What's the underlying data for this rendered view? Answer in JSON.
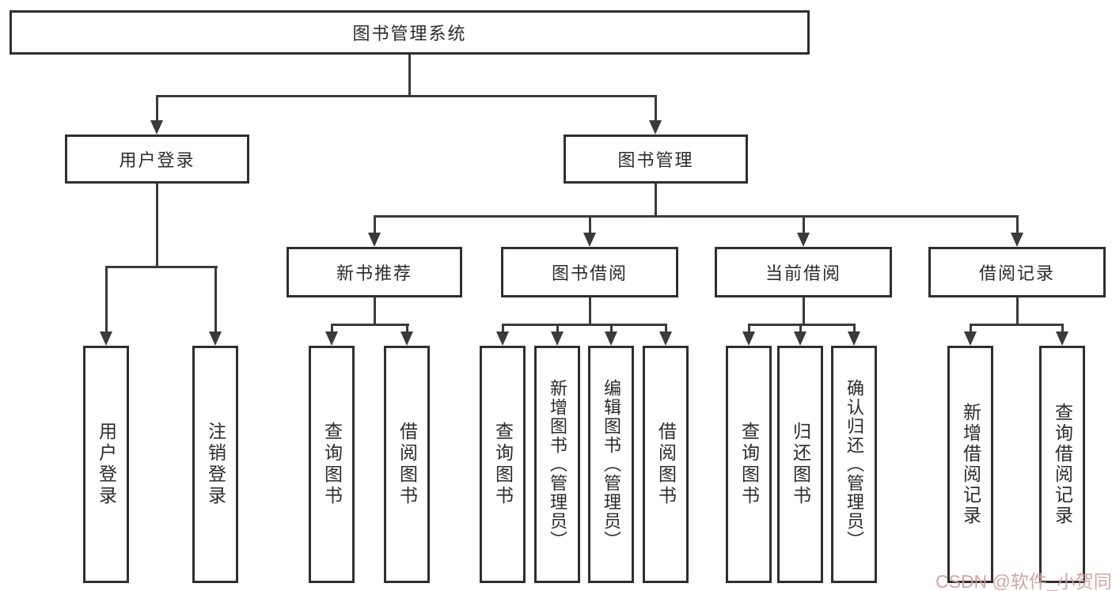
{
  "nodes": {
    "root": "图书管理系统",
    "user_login": "用户登录",
    "book_management": "图书管理",
    "leaf_user_login": "用户登录",
    "leaf_logout": "注销登录",
    "new_book_recommend": "新书推荐",
    "nb_query_book": "查询图书",
    "nb_borrow_book": "借阅图书",
    "book_borrow": "图书借阅",
    "bb_query_book": "查询图书",
    "bb_add_book": "新增图书（管理员）",
    "bb_edit_book": "编辑图书（管理员）",
    "bb_borrow_book": "借阅图书",
    "current_borrow": "当前借阅",
    "cb_query_book": "查询图书",
    "cb_return_book": "归还图书",
    "cb_confirm_return": "确认归还（管理员）",
    "borrow_records": "借阅记录",
    "br_add_record": "新增借阅记录",
    "br_query_record": "查询借阅记录"
  },
  "hierarchy": {
    "图书管理系统": {
      "用户登录": [
        "用户登录",
        "注销登录"
      ],
      "图书管理": {
        "新书推荐": [
          "查询图书",
          "借阅图书"
        ],
        "图书借阅": [
          "查询图书",
          "新增图书（管理员）",
          "编辑图书（管理员）",
          "借阅图书"
        ],
        "当前借阅": [
          "查询图书",
          "归还图书",
          "确认归还（管理员）"
        ],
        "借阅记录": [
          "新增借阅记录",
          "查询借阅记录"
        ]
      }
    }
  },
  "watermark": "CSDN @软件_小贺同学",
  "colors": {
    "line": "#3a3a3a",
    "box_border": "#2f2f2f",
    "text": "#2b2b2b",
    "watermark": "#cf9d9d",
    "background": "#ffffff"
  }
}
